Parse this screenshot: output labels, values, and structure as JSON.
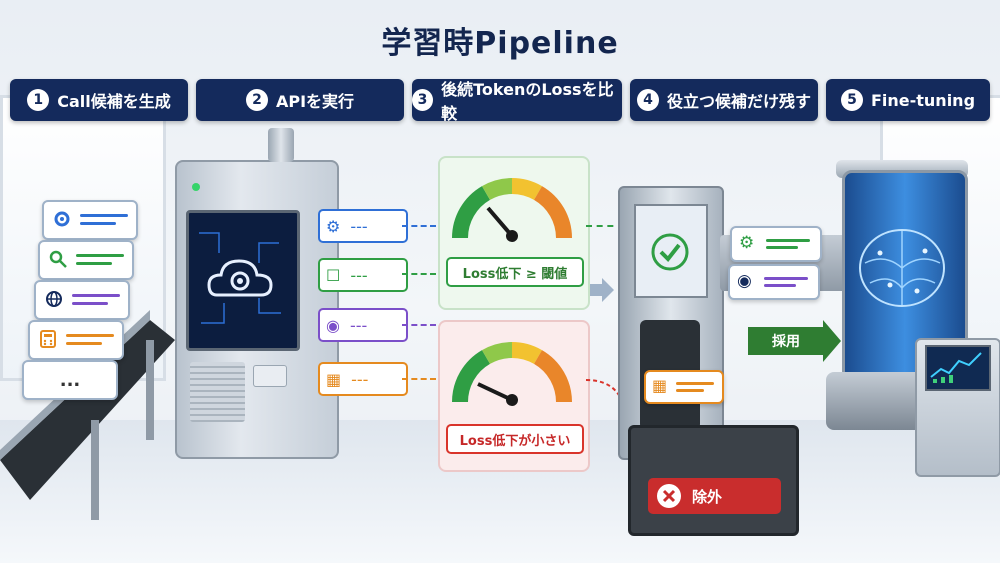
{
  "title": "学習時Pipeline",
  "steps": [
    {
      "num": "1",
      "label": "Call候補を生成"
    },
    {
      "num": "2",
      "label": "APIを実行"
    },
    {
      "num": "3",
      "label": "後続TokenのLossを比較"
    },
    {
      "num": "4",
      "label": "役立つ候補だけ残す"
    },
    {
      "num": "5",
      "label": "Fine-tuning"
    }
  ],
  "gauges": {
    "top_label": "Loss低下 ≥ 閾値",
    "bottom_label": "Loss低下が小さい"
  },
  "card_dots": "...",
  "slot_dashes": "---",
  "adopt_label": "採用",
  "exclude_label": "除外",
  "colors": {
    "navy": "#142a5c",
    "green": "#2f9e44",
    "red": "#d9342b",
    "purple": "#7b4fc9",
    "orange": "#e58a1f",
    "blue": "#2f6fd6"
  }
}
